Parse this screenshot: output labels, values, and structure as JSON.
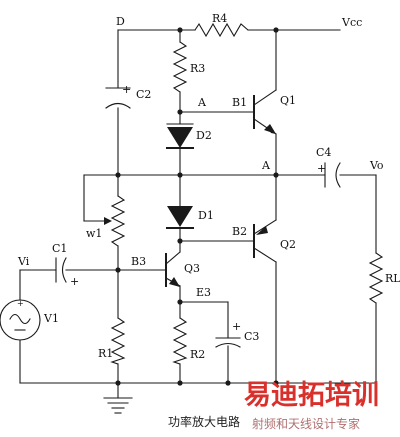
{
  "caption": "功率放大电路",
  "watermark": {
    "brand": "易迪拓培训",
    "slogan": "射频和天线设计专家",
    "color": "#d9302c"
  },
  "labels": {
    "D": "D",
    "R4": "R4",
    "Vcc": "Vcc",
    "C2": "C2",
    "C2_plus": "+",
    "R3": "R3",
    "A_top": "A",
    "B1": "B1",
    "Q1": "Q1",
    "D2": "D2",
    "A_mid": "A",
    "C4": "C4",
    "C4_plus": "+",
    "Vo": "Vo",
    "D1": "D1",
    "w1": "w1",
    "B2": "B2",
    "Q2": "Q2",
    "C1": "C1",
    "C1_plus": "+",
    "Vi": "Vi",
    "B3": "B3",
    "Q3": "Q3",
    "E3": "E3",
    "RL": "RL",
    "V1": "V1",
    "C3": "C3",
    "C3_plus": "+",
    "R1": "R1",
    "R2": "R2"
  }
}
